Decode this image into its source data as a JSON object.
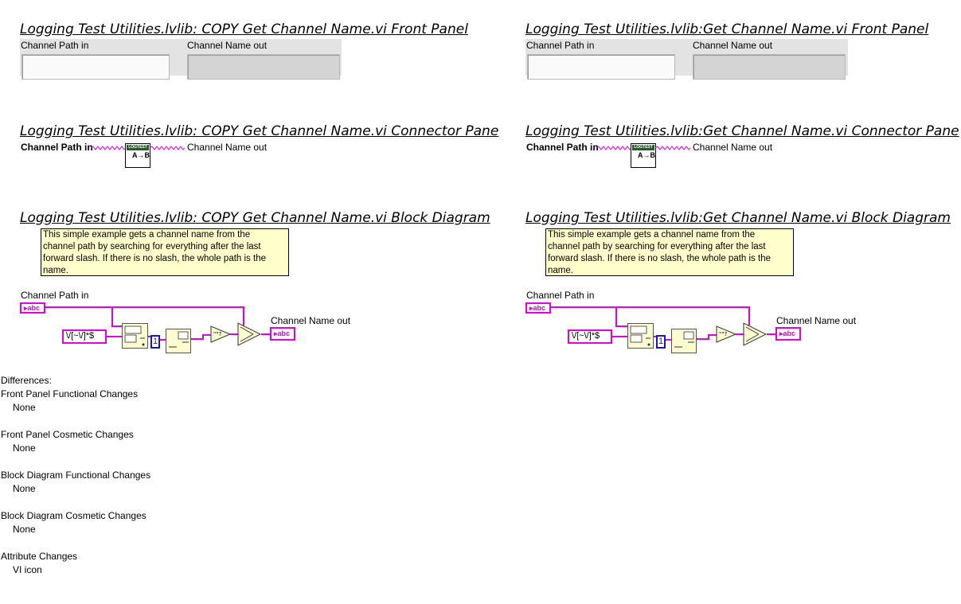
{
  "left": {
    "front_panel_title": "Logging Test Utilities.lvlib:  COPY  Get Channel Name.vi Front Panel",
    "connector_title": "Logging Test Utilities.lvlib:  COPY  Get Channel Name.vi Connector Pane",
    "block_title": "Logging Test Utilities.lvlib:  COPY  Get Channel Name.vi Block Diagram"
  },
  "right": {
    "front_panel_title": "Logging Test Utilities.lvlib:Get Channel Name.vi Front Panel",
    "connector_title": "Logging Test Utilities.lvlib:Get Channel Name.vi Connector Pane",
    "block_title": "Logging Test Utilities.lvlib:Get Channel Name.vi Block Diagram"
  },
  "controls": {
    "input_label": "Channel Path in",
    "output_label": "Channel Name out"
  },
  "icon_band": "LOGTEST",
  "icon_ab": "A→B",
  "comment": "This simple example gets a channel name from the channel path by searching for everything after the last forward slash. If there is no slash, the whole path is the name.",
  "comment_lines": [
    "This simple example gets a channel name from the",
    "channel path by searching for everything after the last",
    "forward slash. If there is no slash, the whole path is the",
    "name."
  ],
  "diagram": {
    "string_terminal": "▸abc",
    "regex_constant": "\\/[~\\/]*$",
    "numeric_constant": "1"
  },
  "differences": {
    "title": "Differences:",
    "sections": [
      {
        "label": "Front Panel Functional Changes",
        "value": "None"
      },
      {
        "label": "Front Panel Cosmetic Changes",
        "value": "None"
      },
      {
        "label": "Block Diagram Functional Changes",
        "value": "None"
      },
      {
        "label": "Block Diagram Cosmetic Changes",
        "value": "None"
      },
      {
        "label": "Attribute Changes",
        "value": "VI icon"
      }
    ]
  },
  "colors": {
    "string_wire": "#e000e0",
    "numeric": "#1a1ab0",
    "comment_bg": "#ffffcc"
  }
}
